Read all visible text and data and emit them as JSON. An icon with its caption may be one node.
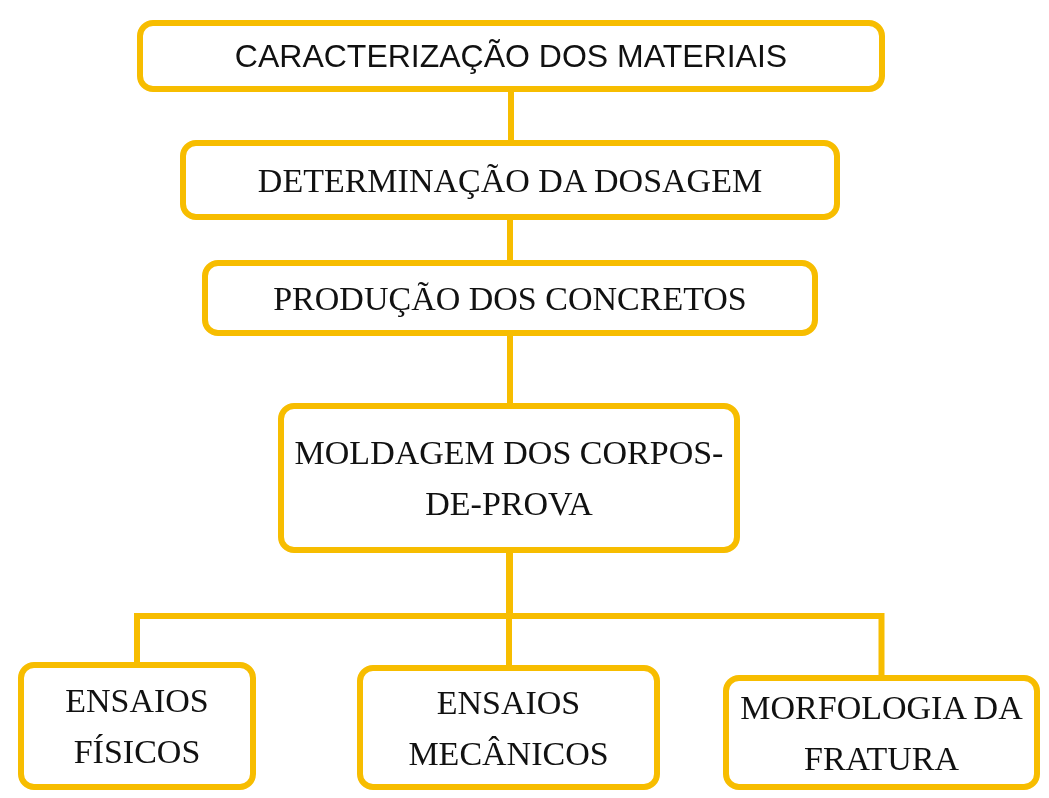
{
  "diagram": {
    "nodes": [
      {
        "text": [
          "CARACTERIZAÇÃO DOS MATERIAIS"
        ]
      },
      {
        "text": [
          "DETERMINAÇÃO DA DOSAGEM"
        ]
      },
      {
        "text": [
          "PRODUÇÃO DOS CONCRETOS"
        ]
      },
      {
        "text": [
          "MOLDAGEM DOS CORPOS-DE-PROVA"
        ]
      },
      {
        "text": [
          "ENSAIOS FÍSICOS"
        ]
      },
      {
        "text": [
          "ENSAIOS MECÂNICOS"
        ]
      },
      {
        "text": [
          "MORFOLOGIA DA FRATURA"
        ]
      }
    ],
    "edges": [
      {
        "from": 0,
        "to": 1,
        "arrow": "none"
      },
      {
        "from": 1,
        "to": 2,
        "arrow": "none"
      },
      {
        "from": 2,
        "to": 3,
        "arrow": "none"
      },
      {
        "from": 3,
        "to": 4,
        "arrow": "none"
      },
      {
        "from": 3,
        "to": 5,
        "arrow": "none"
      },
      {
        "from": 3,
        "to": 6,
        "arrow": "none"
      }
    ]
  }
}
